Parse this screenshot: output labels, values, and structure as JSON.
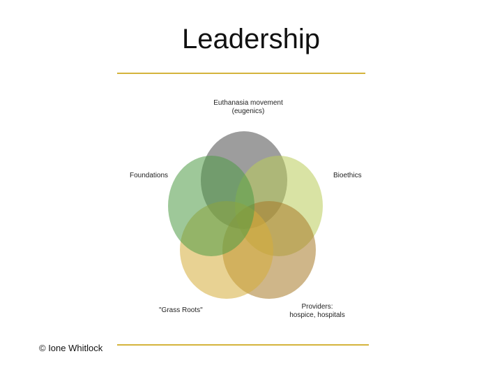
{
  "slide": {
    "title": "Leadership",
    "copyright": "© Ione Whitlock",
    "rule_color": "#d4b43c"
  },
  "diagram": {
    "circles": [
      {
        "label": "Euthanasia movement\n(eugenics)",
        "color": "#4d4d4d"
      },
      {
        "label": "Bioethics",
        "color": "#b9cc5a"
      },
      {
        "label": "Providers:\nhospice, hospitals",
        "color": "#a87a28"
      },
      {
        "label": "\"Grass Roots\"",
        "color": "#d6ad3a"
      },
      {
        "label": "Foundations",
        "color": "#4f9a46"
      }
    ],
    "labels": {
      "euthanasia": "Euthanasia movement\n(eugenics)",
      "bioethics": "Bioethics",
      "providers": "Providers:\nhospice, hospitals",
      "grass_roots": "\"Grass Roots\"",
      "foundations": "Foundations"
    }
  }
}
